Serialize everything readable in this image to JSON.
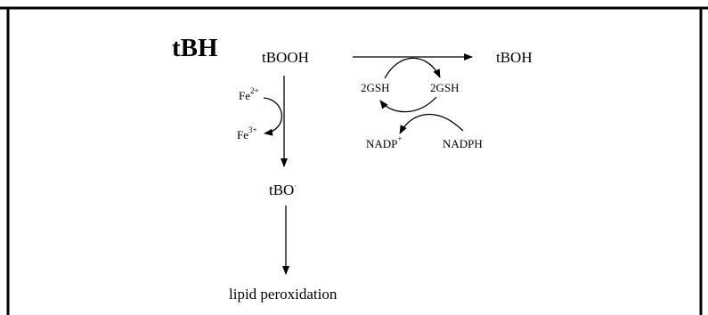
{
  "diagram": {
    "title": "tBH",
    "nodes": {
      "tbooh": "tBOOH",
      "tboh": "tBOH",
      "tbo_base": "tBO",
      "tbo_radical": "·",
      "lipid": "lipid peroxidation",
      "fe2_base": "Fe",
      "fe2_sup": "2+",
      "fe3_base": "Fe",
      "fe3_sup": "3+",
      "gsh_left": "2GSH",
      "gsh_right": "2GSH",
      "nadp_base": "NADP",
      "nadp_sup": "+",
      "nadph": "NADPH"
    },
    "colors": {
      "ink": "#000000",
      "background": "#ffffff"
    }
  }
}
